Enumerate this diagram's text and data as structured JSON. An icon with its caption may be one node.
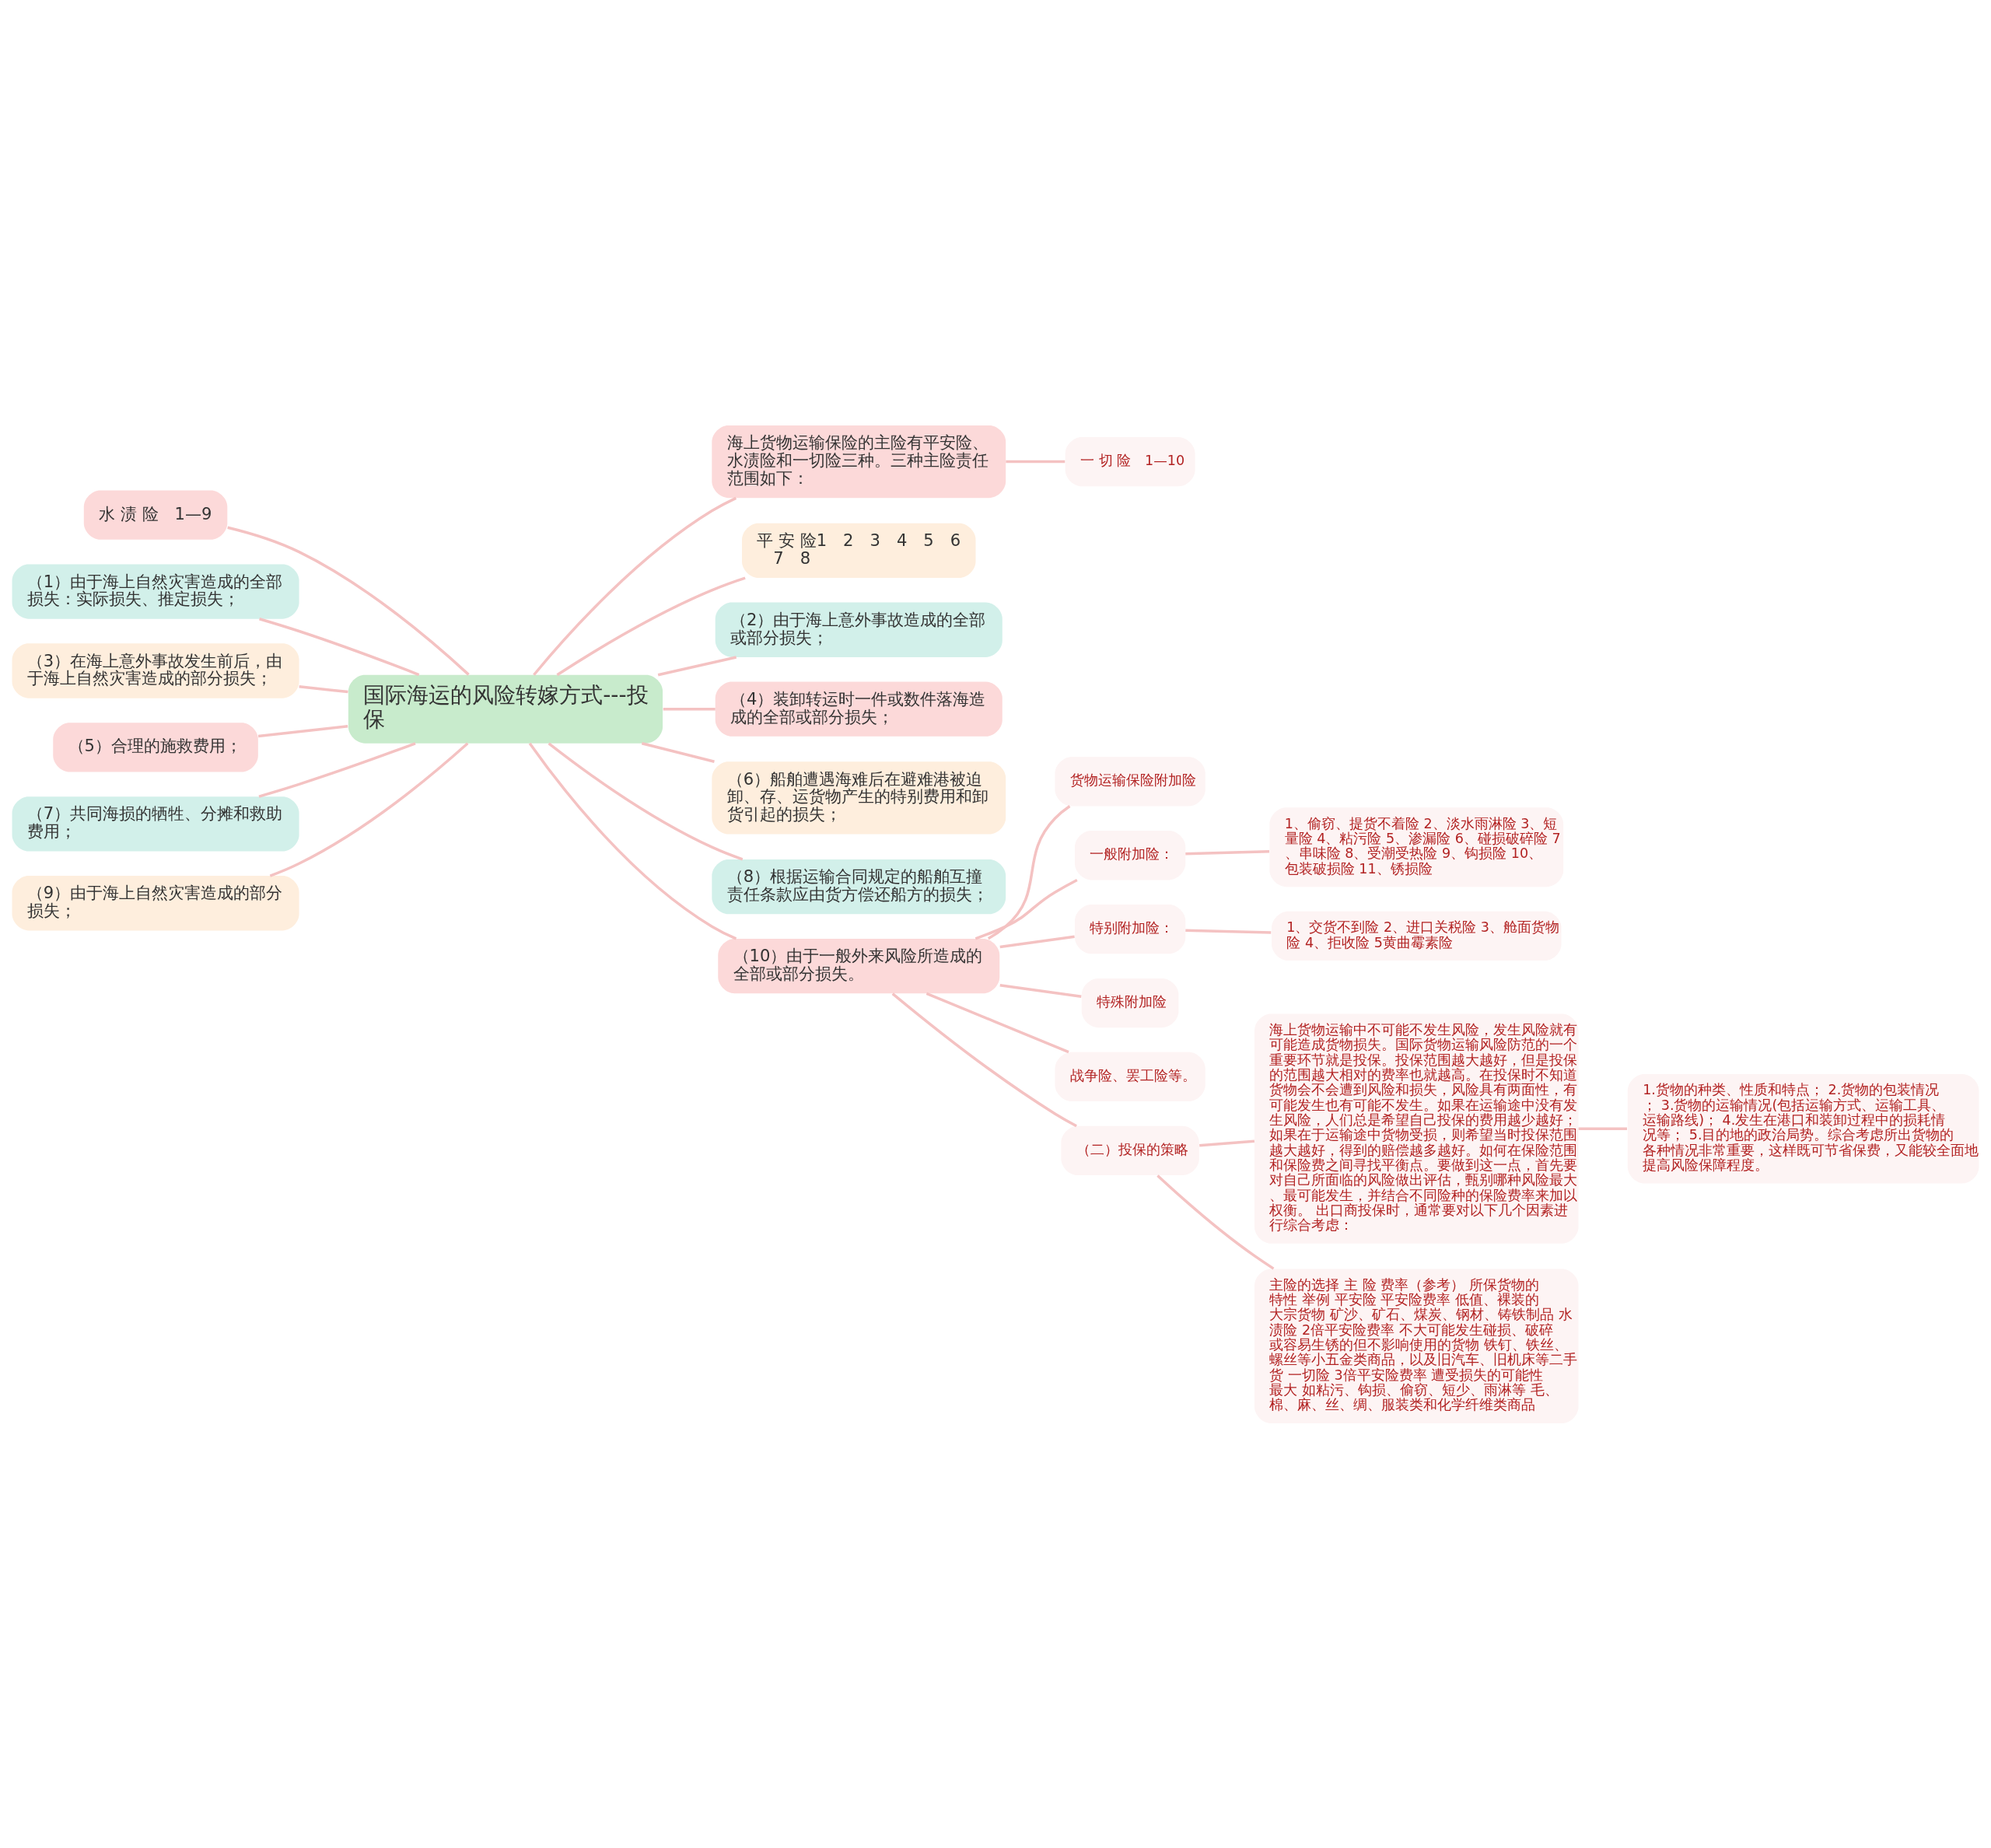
{
  "diagram": {
    "nodes": [
      {
        "text": [
          "国际海运的风险转嫁方式---投保"
        ]
      },
      {
        "text": [
          "水 渍 险　1—9"
        ]
      },
      {
        "text": [
          "（1）由于海上自然灾害造成的全部损失：实际损失、推定损失；"
        ]
      },
      {
        "text": [
          "（3）在海上意外事故发生前后，由于海上自然灾害造成的部分损失；"
        ]
      },
      {
        "text": [
          "（5）合理的施救费用；"
        ]
      },
      {
        "text": [
          "（7）共同海损的牺牲、分摊和救助费用；"
        ]
      },
      {
        "text": [
          "（9）由于海上自然灾害造成的部分损失；"
        ]
      },
      {
        "text": [
          "海上货物运输保险的主险有平安险、水渍险和一切险三种。三种主险责任范围如下："
        ]
      },
      {
        "text": [
          "一 切 险　1—10"
        ]
      },
      {
        "text": [
          "平 安 险1　2　3　4　5　6　7　8"
        ]
      },
      {
        "text": [
          "（2）由于海上意外事故造成的全部或部分损失；"
        ]
      },
      {
        "text": [
          "（4）装卸转运时一件或数件落海造成的全部或部分损失；"
        ]
      },
      {
        "text": [
          "（6）船舶遭遇海难后在避难港被迫卸、存、运货物产生的特别费用和卸货引起的损失；"
        ]
      },
      {
        "text": [
          "（8）根据运输合同规定的船舶互撞责任条款应由货方偿还船方的损失；"
        ]
      },
      {
        "text": [
          "（10）由于一般外来风险所造成的全部或部分损失。"
        ]
      },
      {
        "text": [
          "货物运输保险附加险"
        ]
      },
      {
        "text": [
          "一般附加险："
        ]
      },
      {
        "text": [
          "1、偷窃、提货不着险 2、淡水雨淋险 3、短量险 4、粘污险 5、渗漏险 6、碰损破碎险 7、串味险 8、受潮受热险 9、钩损险 10、包装破损险 11、锈损险"
        ]
      },
      {
        "text": [
          "特别附加险："
        ]
      },
      {
        "text": [
          "1、交货不到险 2、进口关税险 3、舱面货物险 4、拒收险 5黄曲霉素险"
        ]
      },
      {
        "text": [
          "特殊附加险"
        ]
      },
      {
        "text": [
          "战争险、罢工险等。"
        ]
      },
      {
        "text": [
          "（二）投保的策略"
        ]
      },
      {
        "text": [
          "海上货物运输中不可能不发生风险，发生风险就有可能造成货物损失。国际货物运输风险防范的一个重要环节就是投保。投保范围越大越好，但是投保的范围越大相对的费率也就越高。在投保时不知道货物会不会遭到风险和损失，风险具有两面性，有可能发生也有可能不发生。如果在运输途中没有发生风险，人们总是希望自己投保的费用越少越好；如果在于运输途中货物受损，则希望当时投保范围越大越好，得到的赔偿越多越好。如何在保险范围和保险费之间寻找平衡点。要做到这一点，首先要对自己所面临的风险做出评估，甄别哪种风险最大、最可能发生，并结合不同险种的保险费率来加以权衡。 出口商投保时，通常要对以下几个因素进行综合考虑："
        ]
      },
      {
        "text": [
          "1.货物的种类、性质和特点； 2.货物的包装情况； 3.货物的运输情况(包括运输方式、运输工具、运输路线)； 4.发生在港口和装卸过程中的损耗情况等； 5.目的地的政治局势。综合考虑所出货物的各种情况非常重要，这样既可节省保费，又能较全面地提高风险保障程度。"
        ]
      },
      {
        "text": [
          "主险的选择 主 险 费率（参考） 所保货物的特性 举例 平安险 平安险费率 低值、裸装的大宗货物 矿沙、矿石、煤炭、钢材、铸铁制品 水渍险 2倍平安险费率 不大可能发生碰损、破碎或容易生锈的但不影响使用的货物 铁钉、铁丝、螺丝等小五金类商品，以及旧汽车、旧机床等二手货 一切险 3倍平安险费率 遭受损失的可能性最大 如粘污、钩损、偷窃、短少、雨淋等 毛、棉、麻、丝、绸、服装类和化学纤维类商品"
        ]
      }
    ],
    "edges": [
      {
        "from": 0,
        "to": 1,
        "arrow": "none"
      },
      {
        "from": 0,
        "to": 2,
        "arrow": "none"
      },
      {
        "from": 0,
        "to": 3,
        "arrow": "none"
      },
      {
        "from": 0,
        "to": 4,
        "arrow": "none"
      },
      {
        "from": 0,
        "to": 5,
        "arrow": "none"
      },
      {
        "from": 0,
        "to": 6,
        "arrow": "none"
      },
      {
        "from": 0,
        "to": 7,
        "arrow": "none"
      },
      {
        "from": 7,
        "to": 8,
        "arrow": "none"
      },
      {
        "from": 0,
        "to": 9,
        "arrow": "none"
      },
      {
        "from": 0,
        "to": 10,
        "arrow": "none"
      },
      {
        "from": 0,
        "to": 11,
        "arrow": "none"
      },
      {
        "from": 0,
        "to": 12,
        "arrow": "none"
      },
      {
        "from": 0,
        "to": 13,
        "arrow": "none"
      },
      {
        "from": 0,
        "to": 14,
        "arrow": "none"
      },
      {
        "from": 14,
        "to": 15,
        "arrow": "none"
      },
      {
        "from": 14,
        "to": 16,
        "arrow": "none"
      },
      {
        "from": 16,
        "to": 17,
        "arrow": "none"
      },
      {
        "from": 14,
        "to": 18,
        "arrow": "none"
      },
      {
        "from": 18,
        "to": 19,
        "arrow": "none"
      },
      {
        "from": 14,
        "to": 20,
        "arrow": "none"
      },
      {
        "from": 14,
        "to": 21,
        "arrow": "none"
      },
      {
        "from": 14,
        "to": 22,
        "arrow": "none"
      },
      {
        "from": 22,
        "to": 23,
        "arrow": "none"
      },
      {
        "from": 23,
        "to": 24,
        "arrow": "none"
      },
      {
        "from": 22,
        "to": 25,
        "arrow": "none"
      }
    ]
  }
}
